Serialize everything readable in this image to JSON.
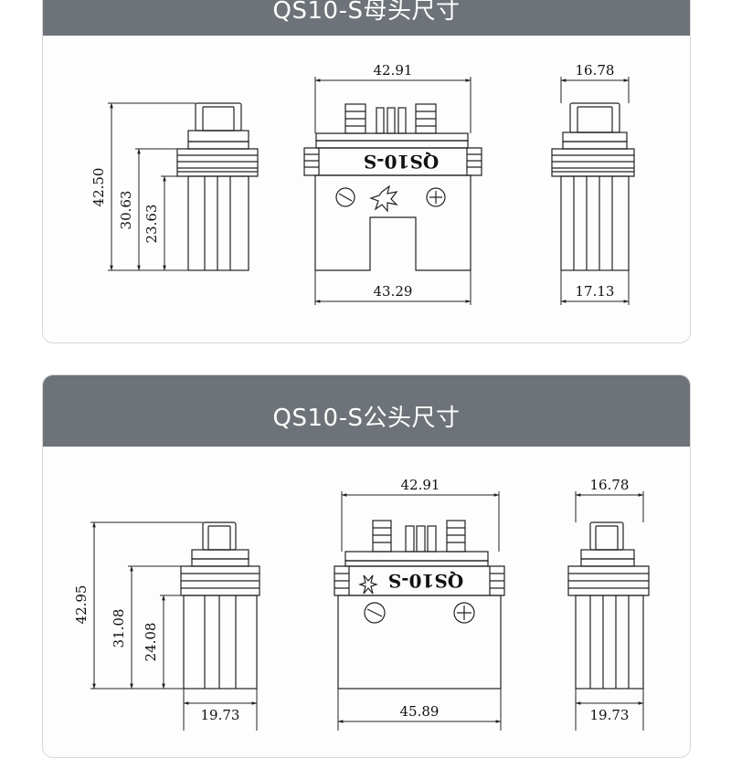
{
  "female": {
    "title": "QS10-S母头尺寸",
    "brand": "QS10-S",
    "dims": {
      "total_height": "42.50",
      "mid_height": "30.63",
      "body_height": "23.63",
      "top_width": "42.91",
      "bottom_width": "43.29",
      "side_top_width": "16.78",
      "side_bottom_width": "17.13"
    }
  },
  "male": {
    "title": "QS10-S公头尺寸",
    "brand": "QS10-S",
    "dims": {
      "total_height": "42.95",
      "mid_height": "31.08",
      "body_height": "24.08",
      "left_bottom_width": "19.73",
      "top_width": "42.91",
      "bottom_width": "45.89",
      "side_top_width": "16.78",
      "side_bottom_width": "19.73"
    }
  },
  "colors": {
    "header": "#6d7378",
    "card_bg": "#f5f5f5",
    "line": "#222222"
  }
}
